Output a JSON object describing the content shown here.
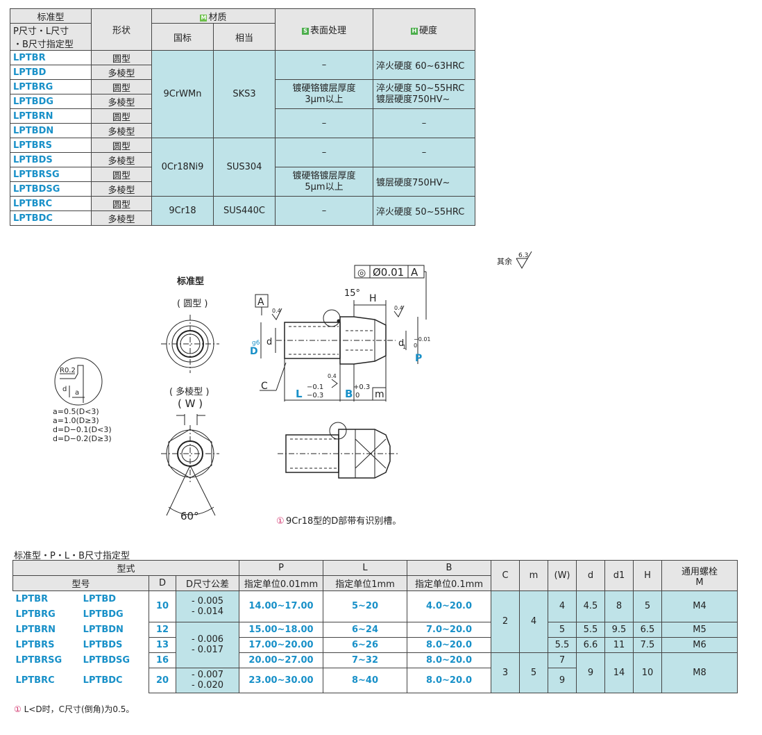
{
  "top_table": {
    "headers": {
      "standard": "标准型",
      "custom": "P尺寸・L尺寸\n・B尺寸指定型",
      "shape": "形状",
      "material": "材质",
      "material_tag": "M",
      "gb": "国标",
      "equiv": "相当",
      "surface": "表面处理",
      "surface_tag": "S",
      "hardness": "硬度",
      "hardness_tag": "H"
    },
    "rows": [
      {
        "code": "LPTBR",
        "shape": "圆型"
      },
      {
        "code": "LPTBD",
        "shape": "多棱型"
      },
      {
        "code": "LPTBRG",
        "shape": "圆型"
      },
      {
        "code": "LPTBDG",
        "shape": "多棱型"
      },
      {
        "code": "LPTBRN",
        "shape": "圆型"
      },
      {
        "code": "LPTBDN",
        "shape": "多棱型"
      },
      {
        "code": "LPTBRS",
        "shape": "圆型"
      },
      {
        "code": "LPTBDS",
        "shape": "多棱型"
      },
      {
        "code": "LPTBRSG",
        "shape": "圆型"
      },
      {
        "code": "LPTBDSG",
        "shape": "多棱型"
      },
      {
        "code": "LPTBRC",
        "shape": "圆型"
      },
      {
        "code": "LPTBDC",
        "shape": "多棱型"
      }
    ],
    "mat_gb": [
      "9CrWMn",
      "0Cr18Ni9",
      "9Cr18"
    ],
    "mat_eq": [
      "SKS3",
      "SUS304",
      "SUS440C"
    ],
    "surface": [
      "–",
      "镀硬铬镀层厚度\n3μm以上",
      "–",
      "–",
      "镀硬铬镀层厚度\n5μm以上",
      "–"
    ],
    "hardness": [
      "淬火硬度 60~63HRC",
      "淬火硬度 50~55HRC\n镀层硬度750HV~",
      "–",
      "–",
      "镀层硬度750HV~",
      "淬火硬度 50~55HRC"
    ]
  },
  "drawing": {
    "roughness_note": "其余",
    "roughness_value": "6.3",
    "std_title": "标准型",
    "round_label": "( 圆型 )",
    "poly_label": "( 多棱型 )",
    "w_label": "( W )",
    "angle_label": "60°",
    "detail_r": "R0.2",
    "detail_d": "d",
    "detail_a": "a",
    "detail_notes": [
      "a=0.5(D<3)",
      "a=1.0(D≥3)",
      "d=D−0.1(D<3)",
      "d=D−0.2(D≥3)"
    ],
    "tol_symbol": "◎",
    "tol_value": "Ø0.01",
    "tol_datum": "A",
    "datum": "A",
    "angle15": "15°",
    "H": "H",
    "rough04": "0.4",
    "d": "d",
    "D": "D",
    "Dg6": "g6",
    "d1": "d",
    "d1sub": "1",
    "P": "P",
    "P_tol_up": "0",
    "P_tol_dn": "−0.01",
    "C": "C",
    "L": "L",
    "L_tol_up": "−0.1",
    "L_tol_dn": "−0.3",
    "B": "B",
    "B_tol_up": "+0.3",
    "B_tol_dn": "0",
    "m": "m",
    "note_icon": "①",
    "note_9cr18": "9Cr18型的D部带有识别槽。"
  },
  "bottom_table": {
    "caption": "标准型・P・L・B尺寸指定型",
    "headers": {
      "type_group": "型式",
      "model": "型号",
      "D": "D",
      "D_tol": "D尺寸公差",
      "P": "P",
      "P_unit": "指定单位0.01mm",
      "L": "L",
      "L_unit": "指定单位1mm",
      "B": "B",
      "B_unit": "指定单位0.1mm",
      "C": "C",
      "m": "m",
      "W": "(W)",
      "d": "d",
      "d1": "d1",
      "H": "H",
      "bolt": "通用螺栓",
      "bolt_m": "M"
    },
    "models_left": [
      "LPTBR",
      "LPTBRG",
      "LPTBRN",
      "LPTBRS",
      "LPTBRSG",
      "LPTBRC"
    ],
    "models_right": [
      "LPTBD",
      "LPTBDG",
      "LPTBDN",
      "LPTBDS",
      "LPTBDSG",
      "LPTBDC"
    ],
    "rows": [
      {
        "D": "10",
        "tol": "- 0.005\n- 0.014",
        "P": "14.00~17.00",
        "L": "5~20",
        "B": "4.0~20.0",
        "W": "4",
        "d": "4.5",
        "d1": "8",
        "H": "5",
        "M": "M4"
      },
      {
        "D": "12",
        "tol": "- 0.006\n- 0.017",
        "P": "15.00~18.00",
        "L": "6~24",
        "B": "7.0~20.0",
        "W": "5",
        "d": "5.5",
        "d1": "9.5",
        "H": "6.5",
        "M": "M5"
      },
      {
        "D": "13",
        "tol": "",
        "P": "17.00~20.00",
        "L": "6~26",
        "B": "8.0~20.0",
        "W": "5.5",
        "d": "6.6",
        "d1": "11",
        "H": "7.5",
        "M": "M6"
      },
      {
        "D": "16",
        "tol": "",
        "P": "20.00~27.00",
        "L": "7~32",
        "B": "8.0~20.0",
        "W": "7",
        "d": "9",
        "d1": "14",
        "H": "10",
        "M": "M8"
      },
      {
        "D": "20",
        "tol": "- 0.007\n- 0.020",
        "P": "23.00~30.00",
        "L": "8~40",
        "B": "8.0~20.0",
        "W": "9",
        "d": "",
        "d1": "",
        "H": "",
        "M": ""
      }
    ],
    "C_vals": [
      "2",
      "3"
    ],
    "m_vals": [
      "4",
      "5"
    ],
    "footnote": "L<D时，C尺寸(倒角)为0.5。"
  }
}
